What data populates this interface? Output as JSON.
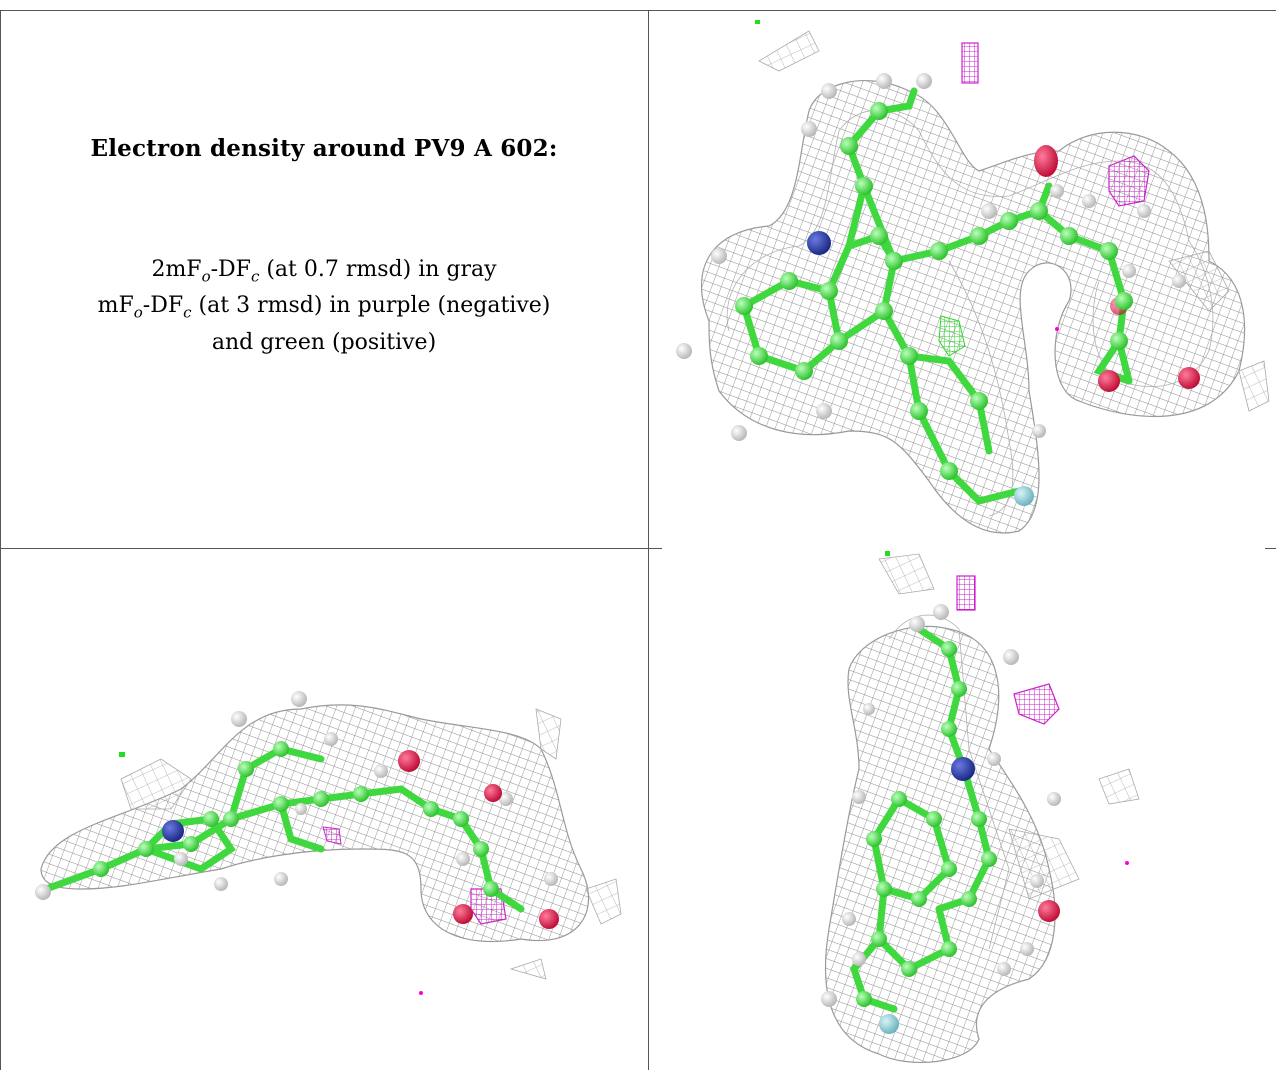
{
  "caption": {
    "title": "Electron density around PV9 A 602:",
    "line1_prefix": "2mF",
    "line1_sub1": "o",
    "line1_mid": "-DF",
    "line1_sub2": "c",
    "line1_suffix": " (at 0.7 rmsd) in gray",
    "line2_prefix": "mF",
    "line2_sub1": "o",
    "line2_mid": "-DF",
    "line2_sub2": "c",
    "line2_suffix": " (at 3 rmsd) in purple (negative)",
    "line3": "and green (positive)"
  },
  "panels": [
    {
      "name": "view-top-right"
    },
    {
      "name": "view-bottom-left"
    },
    {
      "name": "view-bottom-right"
    }
  ],
  "colors": {
    "mesh_gray": "#9a9a9a",
    "mesh_purple": "#cc22cc",
    "mesh_green": "#22dd22",
    "carbon_green": "#44e044",
    "nitrogen_blue": "#2a3fa8",
    "oxygen_red": "#d81e4a",
    "fluorine_cyan": "#88c8d0",
    "hydrogen_white": "#e8e8e8",
    "border": "#555555"
  }
}
